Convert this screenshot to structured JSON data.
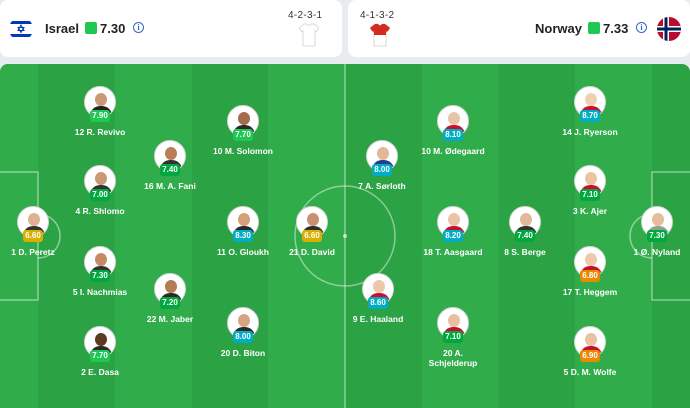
{
  "home": {
    "name": "Israel",
    "rating": "7.30",
    "formation": "4-2-3-1",
    "flag": "israel-flag-icon",
    "kit_color": "#ffffff"
  },
  "away": {
    "name": "Norway",
    "rating": "7.33",
    "formation": "4-1-3-2",
    "flag": "norway-flag-icon",
    "kit_color": "#d52b1e"
  },
  "colors": {
    "pitch": "#2ba244",
    "pitch_stripe": "#31ac4b",
    "rating_green": "#1ec853",
    "rating_teal": "#00adc4",
    "rating_yellow": "#d9af00",
    "rating_orange": "#e88a00",
    "rating_darkgreen": "#00a83f"
  },
  "players": [
    {
      "id": "revivo",
      "name": "12 R. Revivo",
      "rating": "7.90",
      "color": "rating_green",
      "skin": "#c99876",
      "shirt": "#222222"
    },
    {
      "id": "solomon",
      "name": "10 M. Solomon",
      "rating": "7.70",
      "color": "rating_green",
      "skin": "#a36c4a",
      "shirt": "#2a2a2a"
    },
    {
      "id": "fani",
      "name": "16 M. A. Fani",
      "rating": "7.40",
      "color": "rating_darkgreen",
      "skin": "#b98058",
      "shirt": "#333333"
    },
    {
      "id": "shlomo",
      "name": "4 R. Shlomo",
      "rating": "7.00",
      "color": "rating_darkgreen",
      "skin": "#c99876",
      "shirt": "#333333"
    },
    {
      "id": "gloukh",
      "name": "11 O. Gloukh",
      "rating": "8.30",
      "color": "rating_teal",
      "skin": "#d3a07c",
      "shirt": "#2a2a2a"
    },
    {
      "id": "peretz",
      "name": "1 D. Peretz",
      "rating": "6.60",
      "color": "rating_yellow",
      "skin": "#e0b091",
      "shirt": "#333333"
    },
    {
      "id": "david",
      "name": "21 D. David",
      "rating": "6.60",
      "color": "rating_yellow",
      "skin": "#c89170",
      "shirt": "#2f2f2f"
    },
    {
      "id": "nachmias",
      "name": "5 I. Nachmias",
      "rating": "7.30",
      "color": "rating_darkgreen",
      "skin": "#c48b66",
      "shirt": "#333333"
    },
    {
      "id": "jaber",
      "name": "22 M. Jaber",
      "rating": "7.20",
      "color": "rating_darkgreen",
      "skin": "#b57b55",
      "shirt": "#2a2a2a"
    },
    {
      "id": "biton",
      "name": "20 D. Biton",
      "rating": "8.00",
      "color": "rating_teal",
      "skin": "#d6a483",
      "shirt": "#2c2c2c"
    },
    {
      "id": "dasa",
      "name": "2 E. Dasa",
      "rating": "7.70",
      "color": "rating_green",
      "skin": "#5c3a22",
      "shirt": "#2a2a2a"
    },
    {
      "id": "odegaard",
      "name": "10 M. Ødegaard",
      "rating": "8.10",
      "color": "rating_teal",
      "skin": "#e8c3a4",
      "shirt": "#c8102e"
    },
    {
      "id": "sorloth",
      "name": "7 A. Sørloth",
      "rating": "8.00",
      "color": "rating_teal",
      "skin": "#e1b898",
      "shirt": "#1f3f8f"
    },
    {
      "id": "haaland",
      "name": "9 E. Haaland",
      "rating": "8.60",
      "color": "rating_teal",
      "skin": "#ecc7a8",
      "shirt": "#c8102e"
    },
    {
      "id": "schjelderup",
      "name": "20 A. Schjelderup",
      "rating": "7.10",
      "color": "rating_darkgreen",
      "skin": "#e8c0a0",
      "shirt": "#c8102e"
    },
    {
      "id": "aasgaard",
      "name": "18 T. Aasgaard",
      "rating": "8.20",
      "color": "rating_teal",
      "skin": "#e9c4a6",
      "shirt": "#c8102e"
    },
    {
      "id": "berge",
      "name": "8 S. Berge",
      "rating": "7.40",
      "color": "rating_darkgreen",
      "skin": "#e2b999",
      "shirt": "#333333"
    },
    {
      "id": "ryerson",
      "name": "14 J. Ryerson",
      "rating": "8.70",
      "color": "rating_teal",
      "skin": "#efd0b2",
      "shirt": "#c8102e"
    },
    {
      "id": "ajer",
      "name": "3 K. Ajer",
      "rating": "7.10",
      "color": "rating_darkgreen",
      "skin": "#ebc3a0",
      "shirt": "#c8102e"
    },
    {
      "id": "nyland",
      "name": "1 Ø. Nyland",
      "rating": "7.30",
      "color": "rating_darkgreen",
      "skin": "#e6bd9c",
      "shirt": "#8fa38f"
    },
    {
      "id": "heggem",
      "name": "17 T. Heggem",
      "rating": "6.80",
      "color": "rating_orange",
      "skin": "#edc8aa",
      "shirt": "#c8102e"
    },
    {
      "id": "wolfe",
      "name": "5 D. M. Wolfe",
      "rating": "6.90",
      "color": "rating_orange",
      "skin": "#e9c2a2",
      "shirt": "#c8102e"
    }
  ]
}
